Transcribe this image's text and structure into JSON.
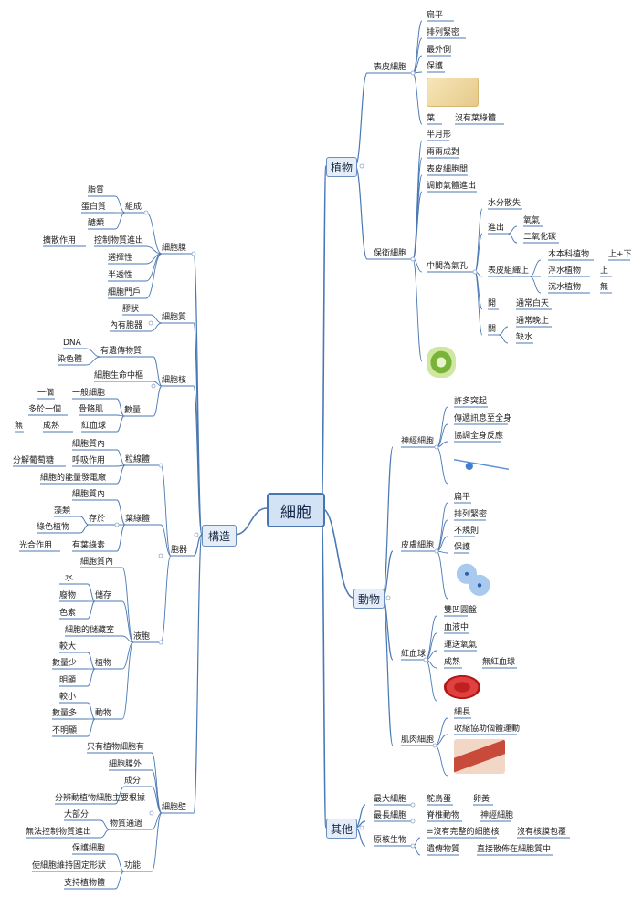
{
  "root": "細胞",
  "structure": {
    "label": "構造",
    "membrane": {
      "label": "細胞膜",
      "composition": "組成",
      "lipid": "脂質",
      "protein": "蛋白質",
      "sugar": "醣類",
      "control": "控制物質進出",
      "diffusion": "擴散作用",
      "selective": "選擇性",
      "semi": "半透性",
      "gate": "細胞門戶"
    },
    "cytoplasm": {
      "label": "細胞質",
      "gel": "膠狀",
      "organelles": "內有胞器"
    },
    "nucleus": {
      "label": "細胞核",
      "genetic": "有遺傳物質",
      "dna": "DNA",
      "chromosome": "染色體",
      "center": "細胞生命中樞",
      "count": "數量",
      "one": "一個",
      "general": "一般細胞",
      "many": "多於一個",
      "skeletal": "骨骼肌",
      "none": "無",
      "mature": "成熟",
      "rbc": "紅血球"
    },
    "organelle": {
      "label": "胞器",
      "mito": {
        "label": "粒線體",
        "incell": "細胞質內",
        "respiration": "呼吸作用",
        "glucose": "分解葡萄糖",
        "power": "細胞的能量發電廠"
      },
      "chloro": {
        "label": "葉綠體",
        "incell": "細胞質內",
        "exist": "存於",
        "algae": "藻類",
        "green": "綠色植物",
        "photo": "光合作用",
        "pigment": "有葉綠素"
      },
      "vacuole": {
        "label": "液胞",
        "incell": "細胞質內",
        "storage": "儲存",
        "water": "水",
        "waste": "廢物",
        "pigment": "色素",
        "warehouse": "細胞的儲藏室",
        "plant": "植物",
        "bigger": "較大",
        "fewer": "數量少",
        "obvious": "明顯",
        "animal": "動物",
        "smaller": "較小",
        "more": "數量多",
        "notobvious": "不明顯"
      }
    },
    "wall": {
      "label": "細胞壁",
      "plantonly": "只有植物細胞有",
      "outside": "細胞膜外",
      "component": "成分",
      "basis": "分辨動植物細胞主要根據",
      "passage": "物質通過",
      "mostly": "大部分",
      "cannot": "無法控制物質進出",
      "function": "功能",
      "protect": "保護細胞",
      "shape": "使細胞維持固定形狀",
      "support": "支持植物體"
    }
  },
  "plant": {
    "label": "植物",
    "epidermis": {
      "label": "表皮細胞",
      "flat": "扁平",
      "tight": "排列緊密",
      "outer": "最外側",
      "protect": "保護",
      "leaf": "葉",
      "nochloro": "沒有葉綠體"
    },
    "guard": {
      "label": "保衛細胞",
      "half": "半月形",
      "pair": "兩兩成對",
      "between": "表皮細胞間",
      "regulate": "調節氣體進出",
      "stomata": "中間為氣孔",
      "waterloss": "水分散失",
      "inout": "進出",
      "oxygen": "氧氣",
      "co2": "二氧化碳",
      "location": "表皮組織上",
      "wood": "木本科植物",
      "updown": "上+下",
      "floating": "浮水植物",
      "up": "上",
      "sunken": "沉水植物",
      "nothing": "無",
      "open": "開",
      "day": "通常白天",
      "close": "關",
      "night": "通常晚上",
      "lackwater": "缺水"
    }
  },
  "animal": {
    "label": "動物",
    "neuron": {
      "label": "神經細胞",
      "processes": "許多突起",
      "transmit": "傳遞訊息至全身",
      "coordinate": "協調全身反應"
    },
    "skin": {
      "label": "皮膚細胞",
      "flat": "扁平",
      "tight": "排列緊密",
      "irregular": "不規則",
      "protect": "保護"
    },
    "rbc": {
      "label": "紅血球",
      "biconcave": "雙凹圓盤",
      "inblood": "血液中",
      "oxygen": "運送氧氣",
      "mature": "成熟",
      "nonucleus": "無紅血球"
    },
    "muscle": {
      "label": "肌肉細胞",
      "slender": "細長",
      "contract": "收縮協助個體運動"
    }
  },
  "other": {
    "label": "其他",
    "largest": "最大細胞",
    "ostrich": "鴕鳥蛋",
    "yolk": "卵黃",
    "longest": "最長細胞",
    "vertebrate": "脊椎動物",
    "nervecell": "神經細胞",
    "prokaryote": "原核生物",
    "nonucleus": "=沒有完整的細胞核",
    "nomembrane": "沒有核膜包覆",
    "genetic": "遺傳物質",
    "scattered": "直接散佈在細胞質中"
  },
  "colors": {
    "line": "#4a78b4",
    "box_fill": "#e4edf8",
    "box_border": "#6a8fbf"
  }
}
